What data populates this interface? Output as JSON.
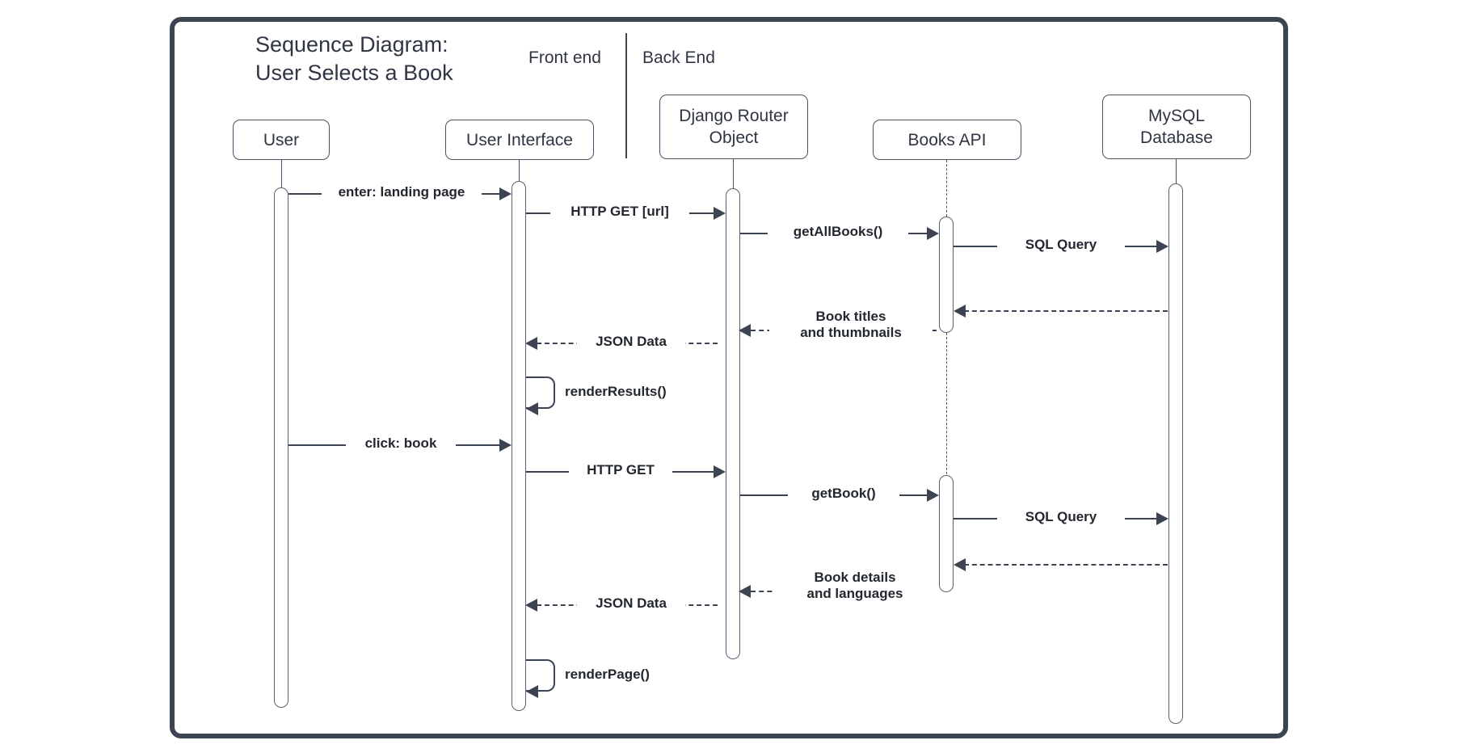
{
  "diagram": {
    "title": "Sequence Diagram:\nUser Selects a Book",
    "zones": [
      {
        "name": "front-end",
        "label": "Front end"
      },
      {
        "name": "back-end",
        "label": "Back End"
      }
    ],
    "colors": {
      "frame": "#3c4452",
      "stroke": "#4a5262",
      "text": "#2f3542",
      "background": "#ffffff"
    },
    "participants": [
      {
        "name": "user",
        "label": "User",
        "zone": "front-end",
        "lifeline": "solid"
      },
      {
        "name": "user-interface",
        "label": "User Interface",
        "zone": "front-end",
        "lifeline": "solid"
      },
      {
        "name": "django-router-object",
        "label": "Django Router\nObject",
        "zone": "back-end",
        "lifeline": "solid"
      },
      {
        "name": "books-api",
        "label": "Books API",
        "zone": "back-end",
        "lifeline": "dashed"
      },
      {
        "name": "mysql-database",
        "label": "MySQL\nDatabase",
        "zone": "back-end",
        "lifeline": "solid"
      }
    ],
    "messages": [
      {
        "name": "enter-landing-page",
        "label": "enter: landing page",
        "from": "user",
        "to": "user-interface",
        "style": "solid",
        "kind": "call"
      },
      {
        "name": "http-get-url",
        "label": "HTTP GET [url]",
        "from": "user-interface",
        "to": "django-router-object",
        "style": "solid",
        "kind": "call"
      },
      {
        "name": "get-all-books",
        "label": "getAllBooks()",
        "from": "django-router-object",
        "to": "books-api",
        "style": "solid",
        "kind": "call"
      },
      {
        "name": "sql-query-1",
        "label": "SQL Query",
        "from": "books-api",
        "to": "mysql-database",
        "style": "solid",
        "kind": "call"
      },
      {
        "name": "db-return-1",
        "label": "",
        "from": "mysql-database",
        "to": "books-api",
        "style": "dashed",
        "kind": "return"
      },
      {
        "name": "book-titles-and-thumbnails",
        "label": "Book titles\nand thumbnails",
        "from": "books-api",
        "to": "django-router-object",
        "style": "dashed",
        "kind": "return"
      },
      {
        "name": "json-data-1",
        "label": "JSON Data",
        "from": "django-router-object",
        "to": "user-interface",
        "style": "dashed",
        "kind": "return"
      },
      {
        "name": "render-results",
        "label": "renderResults()",
        "from": "user-interface",
        "to": "user-interface",
        "style": "solid",
        "kind": "self"
      },
      {
        "name": "click-book",
        "label": "click: book",
        "from": "user",
        "to": "user-interface",
        "style": "solid",
        "kind": "call"
      },
      {
        "name": "http-get",
        "label": "HTTP GET",
        "from": "user-interface",
        "to": "django-router-object",
        "style": "solid",
        "kind": "call"
      },
      {
        "name": "get-book",
        "label": "getBook()",
        "from": "django-router-object",
        "to": "books-api",
        "style": "solid",
        "kind": "call"
      },
      {
        "name": "sql-query-2",
        "label": "SQL Query",
        "from": "books-api",
        "to": "mysql-database",
        "style": "solid",
        "kind": "call"
      },
      {
        "name": "db-return-2",
        "label": "",
        "from": "mysql-database",
        "to": "books-api",
        "style": "dashed",
        "kind": "return"
      },
      {
        "name": "book-details-and-languages",
        "label": "Book details\nand languages",
        "from": "books-api",
        "to": "django-router-object",
        "style": "dashed",
        "kind": "return"
      },
      {
        "name": "json-data-2",
        "label": "JSON Data",
        "from": "django-router-object",
        "to": "user-interface",
        "style": "dashed",
        "kind": "return"
      },
      {
        "name": "render-page",
        "label": "renderPage()",
        "from": "user-interface",
        "to": "user-interface",
        "style": "solid",
        "kind": "self"
      }
    ]
  }
}
